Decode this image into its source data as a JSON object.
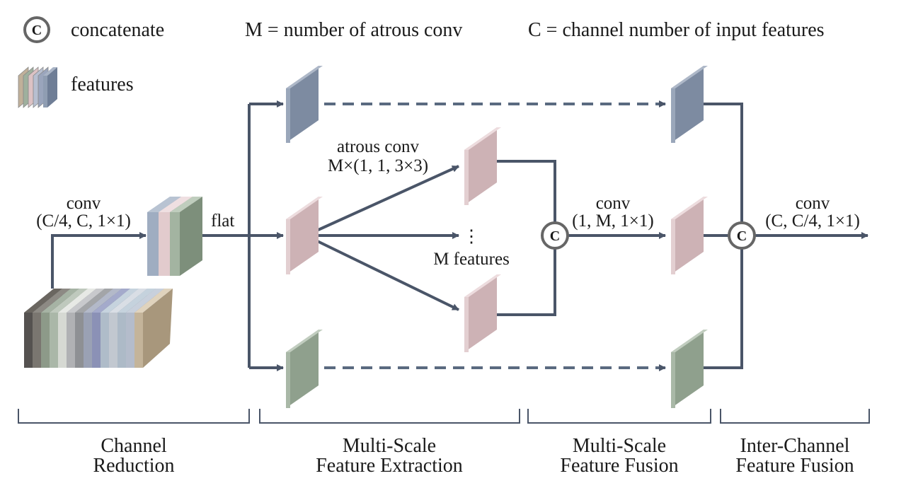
{
  "legend": {
    "concat_symbol": "C",
    "concat_label": "concatenate",
    "features_label": "features",
    "m_definition": "M = number of atrous conv",
    "c_definition": "C = channel number of input features"
  },
  "operations": {
    "reduction_conv": "conv",
    "reduction_params": "(C/4, C, 1×1)",
    "flat": "flat",
    "atrous_conv": "atrous conv",
    "atrous_params": "M×(1, 1, 3×3)",
    "m_features": "M features",
    "vertical_ellipsis": "⋮",
    "fusion_conv": "conv",
    "fusion_params": "(1, M, 1×1)",
    "final_conv": "conv",
    "final_params": "(C, C/4, 1×1)"
  },
  "sections": [
    {
      "line1": "Channel",
      "line2": "Reduction"
    },
    {
      "line1": "Multi-Scale",
      "line2": "Feature Extraction"
    },
    {
      "line1": "Multi-Scale",
      "line2": "Feature Fusion"
    },
    {
      "line1": "Inter-Channel",
      "line2": "Feature Fusion"
    }
  ],
  "colors": {
    "feature_blue": "#8f9db2",
    "feature_pink": "#dcc2c4",
    "feature_green": "#9fb09e",
    "arrow": "#4a5568"
  }
}
